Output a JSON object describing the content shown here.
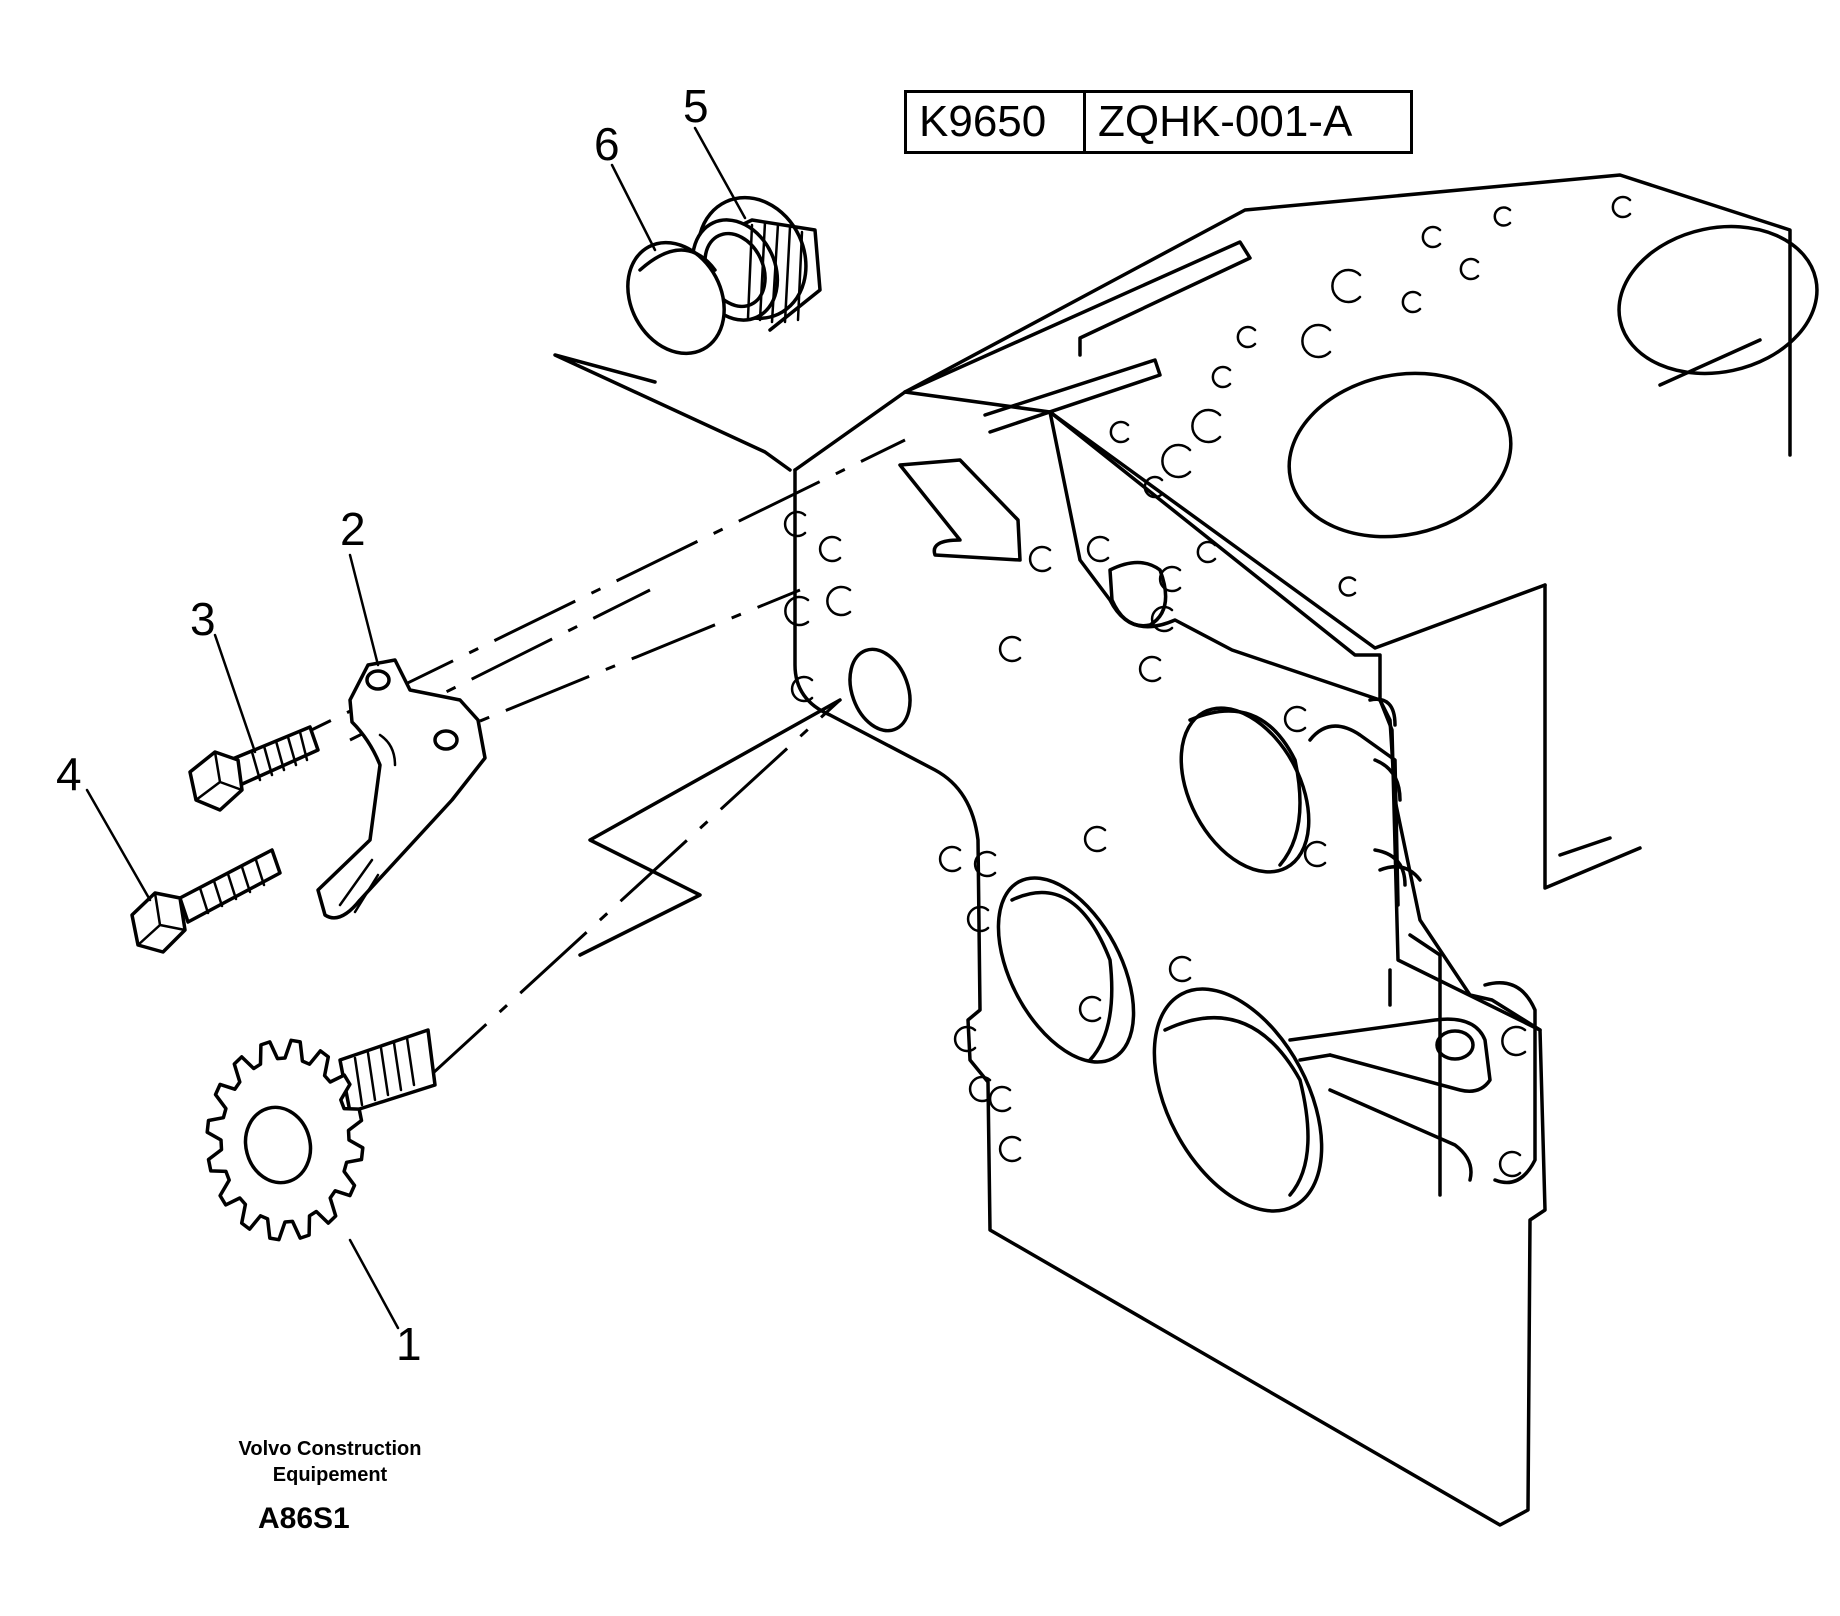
{
  "reference": {
    "model_code": "K9650",
    "group_code": "ZQHK-001-A"
  },
  "callouts": [
    {
      "id": "1",
      "label": "1"
    },
    {
      "id": "2",
      "label": "2"
    },
    {
      "id": "3",
      "label": "3"
    },
    {
      "id": "4",
      "label": "4"
    },
    {
      "id": "5",
      "label": "5"
    },
    {
      "id": "6",
      "label": "6"
    }
  ],
  "footer": {
    "maker_line1": "Volvo Construction",
    "maker_line2": "Equipement",
    "figure_code": "A86S1"
  }
}
